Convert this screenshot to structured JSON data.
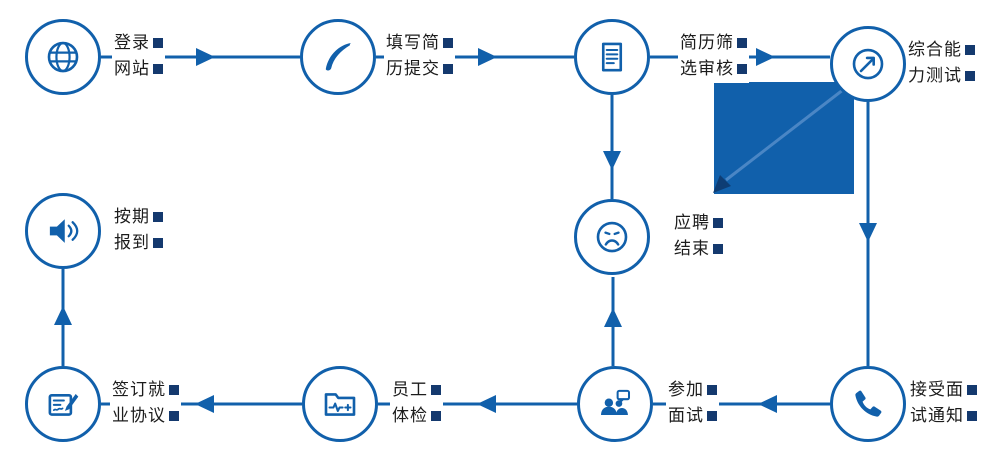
{
  "diagram": {
    "type": "recruitment-process-flowchart",
    "nodes": [
      {
        "id": "login-website",
        "icon": "globe-icon",
        "label_line1": "登录",
        "label_line2": "网站"
      },
      {
        "id": "fill-submit-resume",
        "icon": "feather-pen-icon",
        "label_line1": "填写简",
        "label_line2": "历提交"
      },
      {
        "id": "resume-screening",
        "icon": "document-icon",
        "label_line1": "简历筛",
        "label_line2": "选审核"
      },
      {
        "id": "ability-test",
        "icon": "compass-arrow-icon",
        "label_line1": "综合能",
        "label_line2": "力测试"
      },
      {
        "id": "report-on-time",
        "icon": "speaker-icon",
        "label_line1": "按期",
        "label_line2": "报到"
      },
      {
        "id": "application-end",
        "icon": "sad-face-icon",
        "label_line1": "应聘",
        "label_line2": "结束"
      },
      {
        "id": "sign-agreement",
        "icon": "contract-pen-icon",
        "label_line1": "签订就",
        "label_line2": "业协议"
      },
      {
        "id": "physical-exam",
        "icon": "folder-medical-icon",
        "label_line1": "员工",
        "label_line2": "体检"
      },
      {
        "id": "attend-interview",
        "icon": "people-chat-icon",
        "label_line1": "参加",
        "label_line2": "面试"
      },
      {
        "id": "interview-notice",
        "icon": "phone-icon",
        "label_line1": "接受面",
        "label_line2": "试通知"
      }
    ],
    "edges": [
      {
        "from": "login-website",
        "to": "fill-submit-resume",
        "direction": "right"
      },
      {
        "from": "fill-submit-resume",
        "to": "resume-screening",
        "direction": "right"
      },
      {
        "from": "resume-screening",
        "to": "ability-test",
        "direction": "right"
      },
      {
        "from": "resume-screening",
        "to": "application-end",
        "direction": "down"
      },
      {
        "from": "ability-test",
        "to": "application-end",
        "direction": "diagonal-down-left"
      },
      {
        "from": "ability-test",
        "to": "interview-notice",
        "direction": "down"
      },
      {
        "from": "interview-notice",
        "to": "attend-interview",
        "direction": "left"
      },
      {
        "from": "attend-interview",
        "to": "application-end",
        "direction": "up"
      },
      {
        "from": "attend-interview",
        "to": "physical-exam",
        "direction": "left"
      },
      {
        "from": "physical-exam",
        "to": "sign-agreement",
        "direction": "left"
      },
      {
        "from": "sign-agreement",
        "to": "report-on-time",
        "direction": "up"
      }
    ],
    "colors": {
      "primary_blue": "#1160ab",
      "marker_square": "#14396e",
      "diagonal_line": "#4a86c5",
      "text": "#1c1c1c",
      "background": "#ffffff"
    }
  }
}
